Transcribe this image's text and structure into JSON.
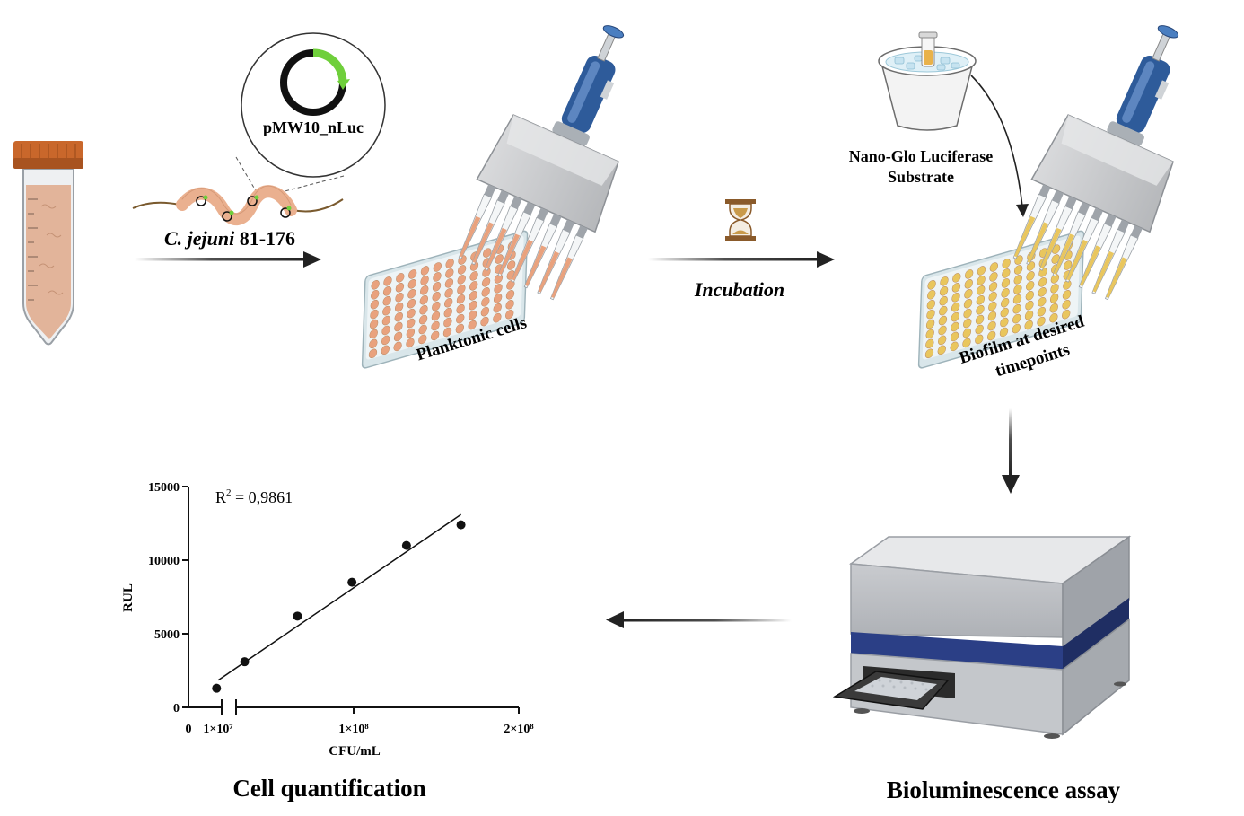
{
  "labels": {
    "plasmid": "pMW10_nLuc",
    "strain_italic": "C. jejuni",
    "strain_num": " 81-176",
    "planktonic": "Planktonic cells",
    "incubation": "Incubation",
    "substrate_line1": "Nano-Glo Luciferase",
    "substrate_line2": "Substrate",
    "biofilm_line1": "Biofilm at desired",
    "biofilm_line2": "timepoints",
    "cell_quant": "Cell quantification",
    "biolum": "Bioluminescence assay"
  },
  "colors": {
    "tube_cap": "#c9672b",
    "culture": "#e2b49a",
    "bacteria": "#eab08f",
    "plasmid_green": "#6fcf3b",
    "pipette_blue": "#2e5b9a",
    "plate_wells_orange": "#e9a27e",
    "plate_wells_yellow": "#e9c65e",
    "reader_stripe": "#2b3f86",
    "arrow": "#222222"
  },
  "chart_data": {
    "type": "scatter",
    "title": "",
    "xlabel": "CFU/mL",
    "ylabel": "RUL",
    "annotation_base": "R",
    "annotation_sup": "2",
    "annotation_rest": " = 0,9861",
    "xlim": [
      0,
      200000000
    ],
    "ylim": [
      0,
      15000
    ],
    "x_axis_break": true,
    "x_ticks": [
      {
        "value": 0,
        "label": "0"
      },
      {
        "value": 10000000,
        "label": "1×10⁷"
      },
      {
        "value": 100000000,
        "label": "1×10⁸"
      },
      {
        "value": 200000000,
        "label": "2×10⁸"
      }
    ],
    "y_ticks": [
      {
        "value": 0,
        "label": "0"
      },
      {
        "value": 5000,
        "label": "5000"
      },
      {
        "value": 10000,
        "label": "10000"
      },
      {
        "value": 15000,
        "label": "15000"
      }
    ],
    "points": [
      {
        "x": 17000000,
        "y": 1300
      },
      {
        "x": 34000000,
        "y": 3100
      },
      {
        "x": 66000000,
        "y": 6200
      },
      {
        "x": 99000000,
        "y": 8500
      },
      {
        "x": 132000000,
        "y": 11000
      },
      {
        "x": 165000000,
        "y": 12400
      }
    ],
    "fit_line": {
      "x": [
        17000000,
        165000000
      ],
      "y": [
        1850,
        13100
      ]
    }
  }
}
